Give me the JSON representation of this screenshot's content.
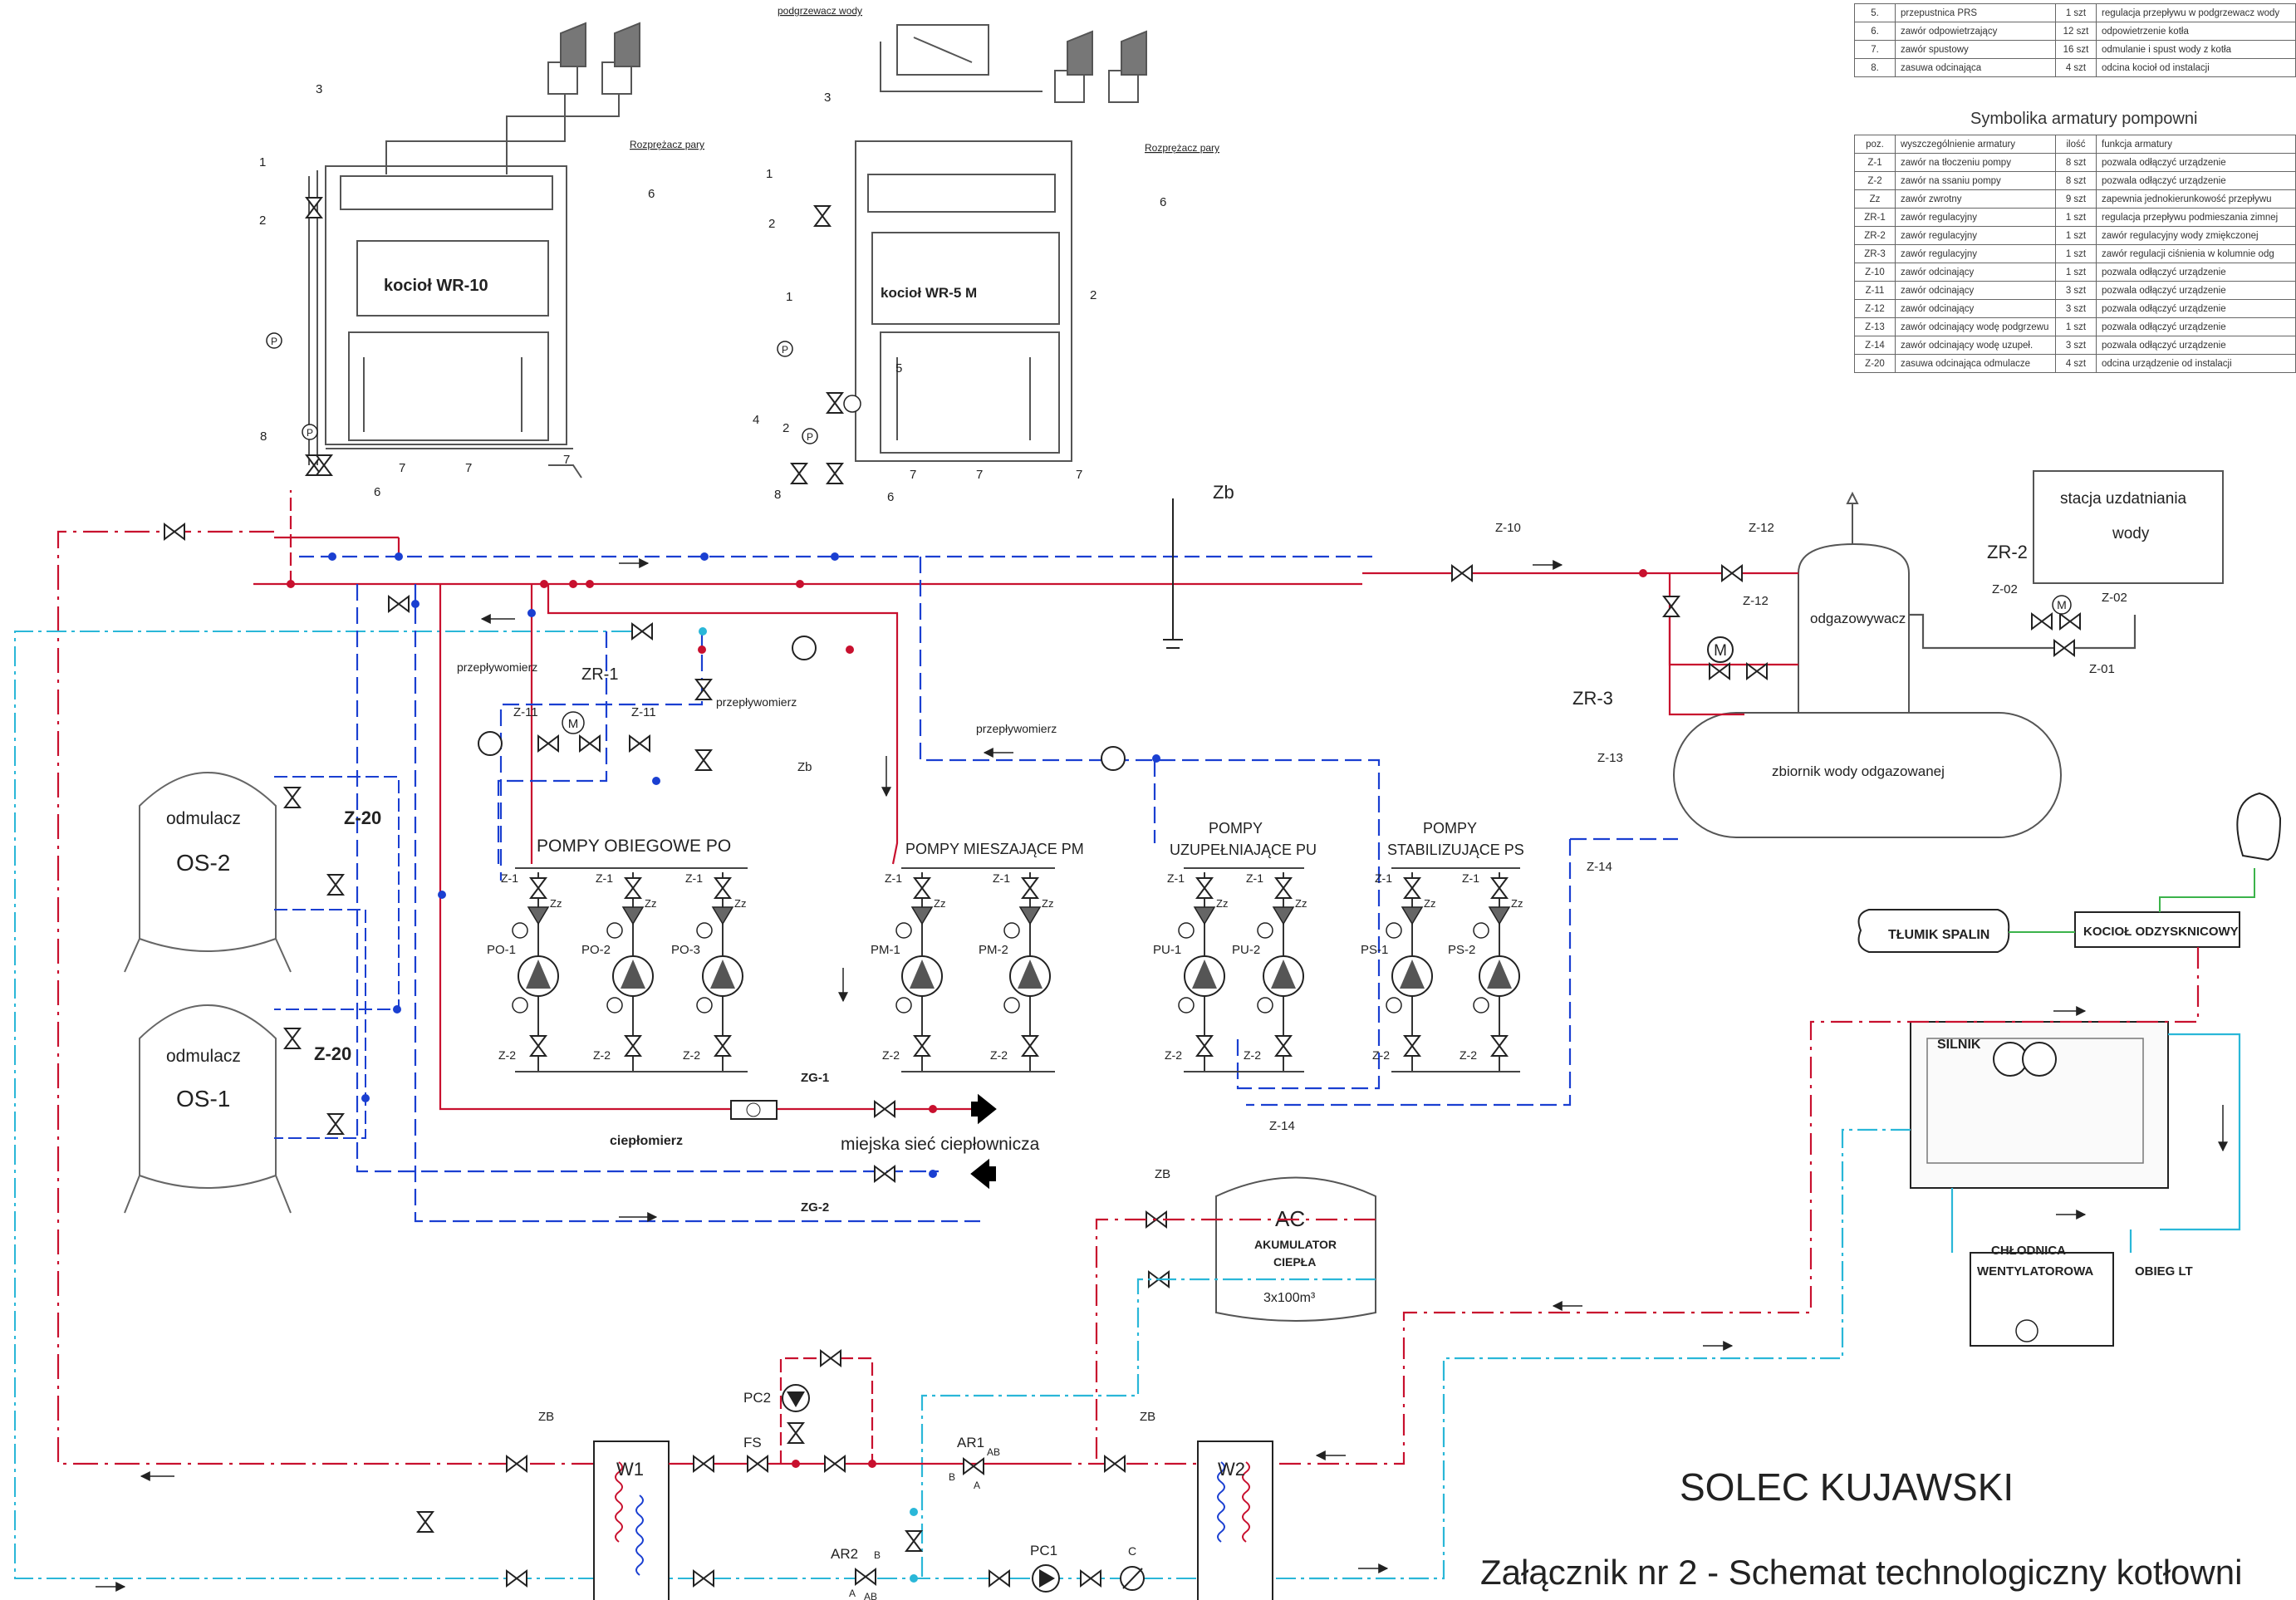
{
  "top_table": {
    "rows": [
      {
        "poz": "5.",
        "name": "przepustnica PRS",
        "qty": "1 szt",
        "func": "regulacja przepływu w podgrzewacz wody"
      },
      {
        "poz": "6.",
        "name": "zawór odpowietrzający",
        "qty": "12 szt",
        "func": "odpowietrzenie kotła"
      },
      {
        "poz": "7.",
        "name": "zawór spustowy",
        "qty": "16 szt",
        "func": "odmulanie i spust wody z kotła"
      },
      {
        "poz": "8.",
        "name": "zasuwa odcinająca",
        "qty": "4 szt",
        "func": "odcina kocioł od instalacji"
      }
    ]
  },
  "pump_table": {
    "title": "Symbolika armatury pompowni",
    "headers": [
      "poz.",
      "wyszczególnienie armatury",
      "ilość",
      "funkcja armatury"
    ],
    "rows": [
      {
        "poz": "Z-1",
        "name": "zawór na tłoczeniu pompy",
        "qty": "8 szt",
        "func": "pozwala odłączyć urządzenie"
      },
      {
        "poz": "Z-2",
        "name": "zawór na ssaniu pompy",
        "qty": "8 szt",
        "func": "pozwala odłączyć urządzenie"
      },
      {
        "poz": "Zz",
        "name": "zawór zwrotny",
        "qty": "9 szt",
        "func": "zapewnia jednokierunkowość przepływu"
      },
      {
        "poz": "ZR-1",
        "name": "zawór regulacyjny",
        "qty": "1 szt",
        "func": "regulacja przepływu podmieszania zimnej"
      },
      {
        "poz": "ZR-2",
        "name": "zawór regulacyjny",
        "qty": "1 szt",
        "func": "zawór regulacyjny wody zmiękczonej"
      },
      {
        "poz": "ZR-3",
        "name": "zawór regulacyjny",
        "qty": "1 szt",
        "func": "zawór regulacji ciśnienia w kolumnie odg"
      },
      {
        "poz": "Z-10",
        "name": "zawór odcinający",
        "qty": "1 szt",
        "func": "pozwala odłączyć urządzenie"
      },
      {
        "poz": "Z-11",
        "name": "zawór odcinający",
        "qty": "3 szt",
        "func": "pozwala odłączyć urządzenie"
      },
      {
        "poz": "Z-12",
        "name": "zawór odcinający",
        "qty": "3 szt",
        "func": "pozwala odłączyć urządzenie"
      },
      {
        "poz": "Z-13",
        "name": "zawór odcinający wodę podgrzewu",
        "qty": "1 szt",
        "func": "pozwala odłączyć urządzenie"
      },
      {
        "poz": "Z-14",
        "name": "zawór odcinający wodę uzupeł.",
        "qty": "3 szt",
        "func": "pozwala odłączyć urządzenie"
      },
      {
        "poz": "Z-20",
        "name": "zasuwa odcinająca odmulacze",
        "qty": "4 szt",
        "func": "odcina urządzenie od instalacji"
      }
    ]
  },
  "boilers": {
    "wr10": "kocioł WR-10",
    "wr5": "kocioł WR-5 M",
    "podgrzewacz": "podgrzewacz wody",
    "rozprezacz": "Rozprężacz pary"
  },
  "labels": {
    "odmulacz": "odmulacz",
    "os2": "OS-2",
    "os1": "OS-1",
    "z20": "Z-20",
    "przeplywomierz": "przepływomierz",
    "zr1": "ZR-1",
    "z11": "Z-11",
    "zz": "Zz",
    "zb": "Zb",
    "pompy_obiegowe": "POMPY  OBIEGOWE  PO",
    "pompy_mieszajace": "POMPY  MIESZAJĄCE  PM",
    "pompy_uzup_1": "POMPY",
    "pompy_uzup_2": "UZUPEŁNIAJĄCE  PU",
    "pompy_stab_1": "POMPY",
    "pompy_stab_2": "STABILIZUJĄCE  PS",
    "z1": "Z-1",
    "z2": "Z-2",
    "po1": "PO-1",
    "po2": "PO-2",
    "po3": "PO-3",
    "pm1": "PM-1",
    "pm2": "PM-2",
    "pu1": "PU-1",
    "pu2": "PU-2",
    "ps1": "PS-1",
    "ps2": "PS-2",
    "z10": "Z-10",
    "z12": "Z-12",
    "z13": "Z-13",
    "z14": "Z-14",
    "zr2": "ZR-2",
    "zr3": "ZR-3",
    "z01": "Z-01",
    "z02": "Z-02",
    "stacja1": "stacja uzdatniania",
    "stacja2": "wody",
    "odgazowywacz": "odgazowywacz",
    "zbiornik": "zbiornik wody odgazowanej",
    "zg1": "ZG-1",
    "zg2": "ZG-2",
    "cieplomierz": "ciepłomierz",
    "siec": "miejska sieć ciepłownicza",
    "tlumik": "TŁUMIK SPALIN",
    "kociol_odzysk": "KOCIOŁ  ODZYSKNICOWY",
    "silnik": "SILNIK",
    "chlodnica1": "CHŁODNICA",
    "chlodnica2": "WENTYLATOROWA",
    "obieg_lt": "OBIEG  LT",
    "ac": "AC",
    "akumulator": "AKUMULATOR",
    "ciepla": "CIEPŁA",
    "ac_cap": "3x100m³",
    "zb_up": "ZB",
    "w1": "W1",
    "w2": "W2",
    "pc2": "PC2",
    "pc1": "PC1",
    "fs": "FS",
    "ar1": "AR1",
    "ar2": "AR2",
    "ab": "AB",
    "a": "A",
    "b": "B",
    "c": "C",
    "n1": "1",
    "n2": "2",
    "n3": "3",
    "n4": "4",
    "n5": "5",
    "n6": "6",
    "n7": "7",
    "n8": "8",
    "p": "P"
  },
  "title": {
    "city": "SOLEC KUJAWSKI",
    "subtitle": "Załącznik nr 2 - Schemat technologiczny kotłowni"
  },
  "colors": {
    "hot": "#c8102e",
    "return": "#1a3fd1",
    "cool": "#2ab7d8",
    "green": "#3bb34a",
    "line": "#444444"
  }
}
